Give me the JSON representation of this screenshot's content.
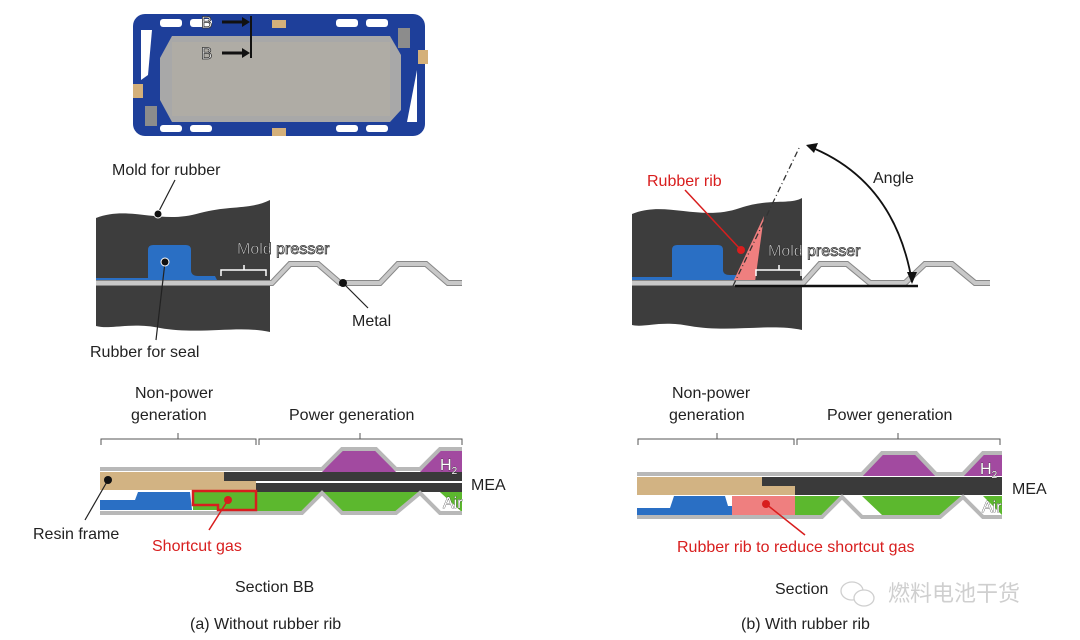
{
  "top_view": {
    "section_marker_top": "B",
    "section_marker_bottom": "B",
    "colors": {
      "frame": "#1e3f9a",
      "active_area": "#a8a8a8",
      "tabs": "#d4b07a"
    }
  },
  "panel_a": {
    "mold_label": "Mold for rubber",
    "mold_presser_label": "Mold presser",
    "metal_label": "Metal",
    "rubber_seal_label": "Rubber for seal",
    "non_power_label_line1": "Non-power",
    "non_power_label_line2": "generation",
    "power_label": "Power generation",
    "h2_label": "H",
    "h2_sub": "2",
    "mea_label": "MEA",
    "air_label": "Air",
    "resin_frame_label": "Resin frame",
    "shortcut_label": "Shortcut gas",
    "section_caption": "Section BB",
    "caption": "(a)   Without rubber rib"
  },
  "panel_b": {
    "rubber_rib_label": "Rubber rib",
    "angle_label": "Angle",
    "mold_presser_label": "Mold presser",
    "non_power_label_line1": "Non-power",
    "non_power_label_line2": "generation",
    "power_label": "Power generation",
    "h2_label": "H",
    "h2_sub": "2",
    "mea_label": "MEA",
    "air_label": "Air",
    "rib_shortcut_label": "Rubber rib to reduce shortcut gas",
    "section_caption": "Section",
    "caption": "(b)   With rubber rib"
  },
  "watermark": "燃料电池干货",
  "colors": {
    "mold": "#3d3d3d",
    "rubber": "#2a6fc4",
    "metal": "#b8b8b8",
    "resin": "#d2b383",
    "mea": "#3a3a3a",
    "h2": "#a24aa0",
    "air": "#5cb82e",
    "red": "#d81e1e",
    "rib": "#ef7f7f"
  }
}
